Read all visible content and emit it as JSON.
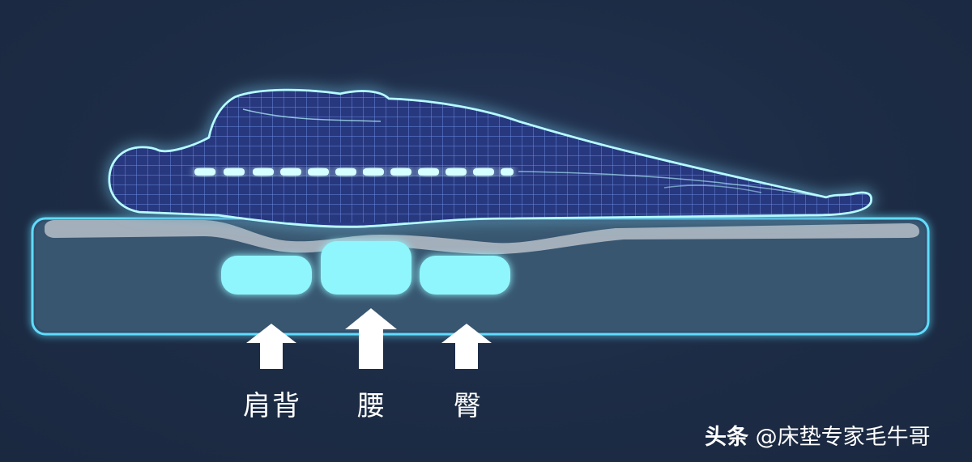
{
  "labels": {
    "shoulder_back": "肩背",
    "waist": "腰",
    "hip": "臀"
  },
  "watermark": {
    "brand": "头条",
    "handle": "@床垫专家毛牛哥"
  },
  "colors": {
    "background": "#1d2c45",
    "glow": "#7ff0ff",
    "mattress_outline": "#4fd6ff",
    "mattress_body": "#3a5470",
    "comfort_layer": "#a9b4bf",
    "support_pad": "#8ff6fd",
    "body_mesh": "#2a3f8a",
    "arrow": "#ffffff"
  },
  "icons": {
    "arrows": [
      "up-arrow-icon",
      "up-arrow-icon",
      "up-arrow-icon"
    ]
  }
}
